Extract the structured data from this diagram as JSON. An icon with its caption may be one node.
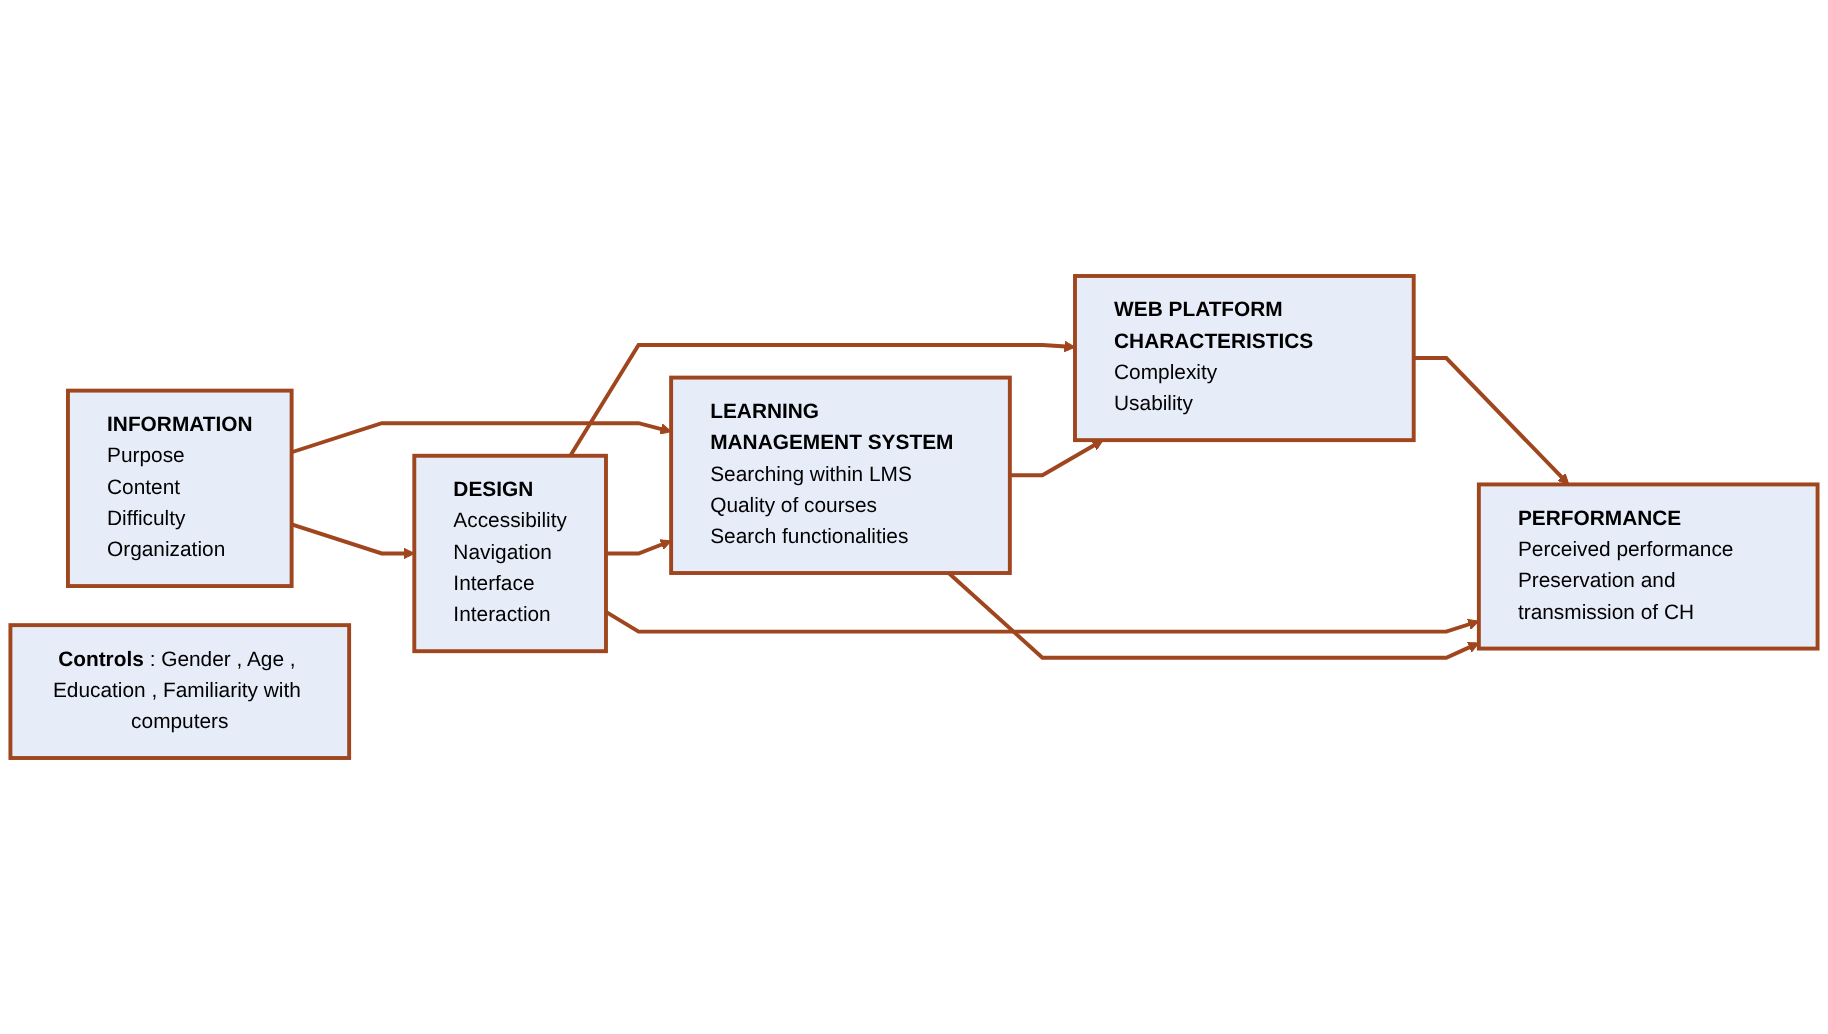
{
  "diagram": {
    "nodes": [
      {
        "text": [
          "INFORMATION",
          "Purpose",
          "Content",
          "Difficulty",
          "Organization"
        ]
      },
      {
        "text": [
          "DESIGN",
          "Accessibility",
          "Navigation",
          "Interface",
          "Interaction"
        ]
      },
      {
        "text": [
          "LEARNING MANAGEMENT SYSTEM",
          "Searching within LMS",
          "Quality of courses",
          "Search functionalities"
        ]
      },
      {
        "text": [
          "WEB PLATFORM CHARACTERISTICS",
          "Complexity",
          "Usability"
        ]
      },
      {
        "text": [
          "PERFORMANCE",
          "Perceived performance",
          "Preservation and transmission of CH"
        ]
      },
      {
        "text": [
          "Controls",
          ": Gender , Age , Education , Familiarity with computers"
        ]
      }
    ],
    "edges": [
      {
        "from": 0,
        "to": 1,
        "arrow": "to"
      },
      {
        "from": 0,
        "to": 2,
        "arrow": "to"
      },
      {
        "from": 1,
        "to": 2,
        "arrow": "to"
      },
      {
        "from": 1,
        "to": 3,
        "arrow": "to"
      },
      {
        "from": 2,
        "to": 3,
        "arrow": "to"
      },
      {
        "from": 3,
        "to": 4,
        "arrow": "to"
      },
      {
        "from": 1,
        "to": 4,
        "arrow": "to"
      },
      {
        "from": 2,
        "to": 4,
        "arrow": "to"
      }
    ]
  }
}
